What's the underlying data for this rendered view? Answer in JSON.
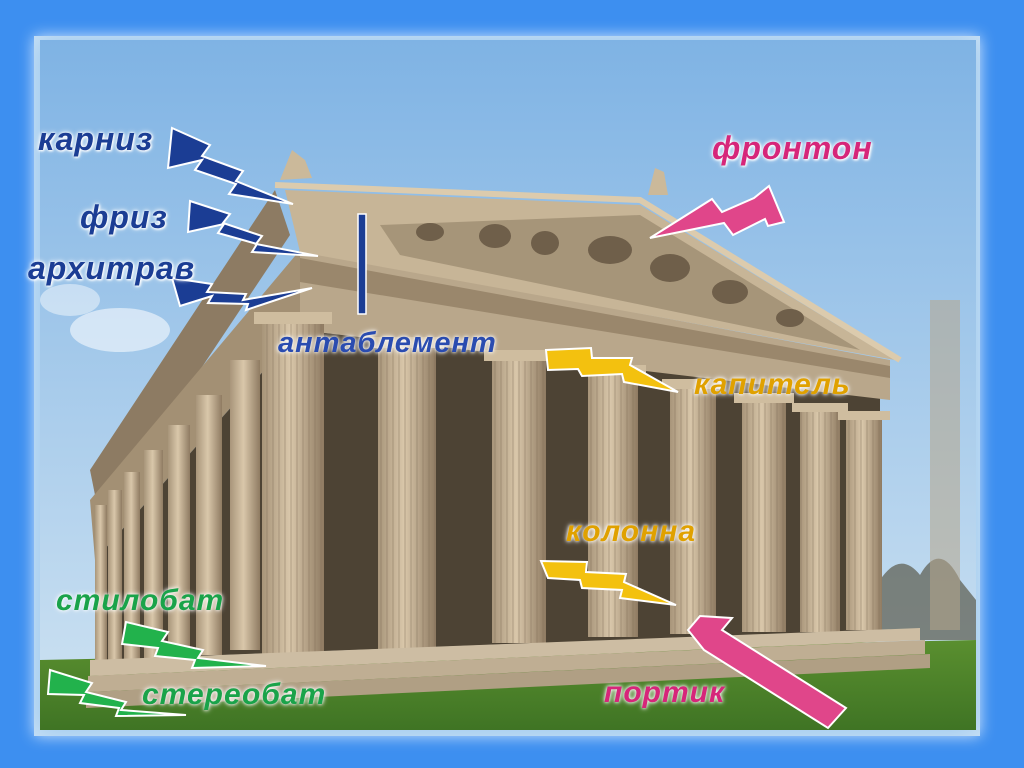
{
  "labels": {
    "cornice": "карниз",
    "frieze": "фриз",
    "architrave": "архитрав",
    "entablature": "антаблемент",
    "pediment": "фронтон",
    "capital": "капитель",
    "column": "колонна",
    "stylobate": "стилобат",
    "stereobate": "стереобат",
    "portico": "портик"
  },
  "colors": {
    "background": "#3d8ff0",
    "navy": "#1b3d94",
    "pink": "#e0468a",
    "yellow": "#f3c10f",
    "green": "#22b24c",
    "entablature_bar": "#1b3d94"
  }
}
